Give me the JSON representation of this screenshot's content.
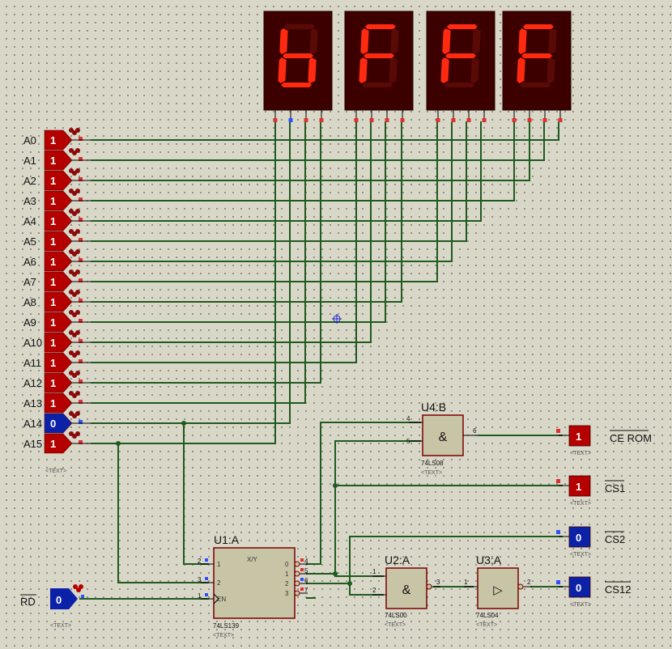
{
  "displays": [
    {
      "text": "b"
    },
    {
      "text": "F"
    },
    {
      "text": "F"
    },
    {
      "text": "F"
    }
  ],
  "address_inputs": [
    {
      "label": "A0",
      "value": "1"
    },
    {
      "label": "A1",
      "value": "1"
    },
    {
      "label": "A2",
      "value": "1"
    },
    {
      "label": "A3",
      "value": "1"
    },
    {
      "label": "A4",
      "value": "1"
    },
    {
      "label": "A5",
      "value": "1"
    },
    {
      "label": "A6",
      "value": "1"
    },
    {
      "label": "A7",
      "value": "1"
    },
    {
      "label": "A8",
      "value": "1"
    },
    {
      "label": "A9",
      "value": "1"
    },
    {
      "label": "A10",
      "value": "1"
    },
    {
      "label": "A11",
      "value": "1"
    },
    {
      "label": "A12",
      "value": "1"
    },
    {
      "label": "A13",
      "value": "1"
    },
    {
      "label": "A14",
      "value": "0"
    },
    {
      "label": "A15",
      "value": "1"
    }
  ],
  "text_placeholder": "<TEXT>",
  "rd_input": {
    "label": "RD",
    "value": "0"
  },
  "u1": {
    "ref": "U1:A",
    "part": "74LS139",
    "func": "X/Y",
    "in_pins": [
      {
        "num": "2",
        "name": "1"
      },
      {
        "num": "3",
        "name": "2"
      },
      {
        "num": "1",
        "name": "EN"
      }
    ],
    "out_pins": [
      {
        "num": "4",
        "name": "0"
      },
      {
        "num": "5",
        "name": "1"
      },
      {
        "num": "6",
        "name": "2"
      },
      {
        "num": "7",
        "name": "3"
      }
    ]
  },
  "u2": {
    "ref": "U2:A",
    "part": "74LS00",
    "symbol": "&",
    "pins": [
      "1",
      "2",
      "3"
    ]
  },
  "u3": {
    "ref": "U3:A",
    "part": "74LS04",
    "symbol": "▷",
    "pins": [
      "1",
      "2"
    ]
  },
  "u4": {
    "ref": "U4:B",
    "part": "74LS08",
    "symbol": "&",
    "pins": [
      "4",
      "5",
      "6"
    ]
  },
  "outputs": [
    {
      "label": "CE ROM",
      "value": "1"
    },
    {
      "label": "CS1",
      "value": "1"
    },
    {
      "label": "CS2",
      "value": "0"
    },
    {
      "label": "CS12",
      "value": "0"
    }
  ],
  "colors": {
    "wire": "#1f5a1f",
    "high": "#b50000",
    "low": "#0a21a8",
    "chip": "#c8c4a6",
    "chip_border": "#7a0000",
    "led_on": "#ff2a10",
    "led_off": "#5a0a06",
    "display_bg": "#3c0000"
  }
}
